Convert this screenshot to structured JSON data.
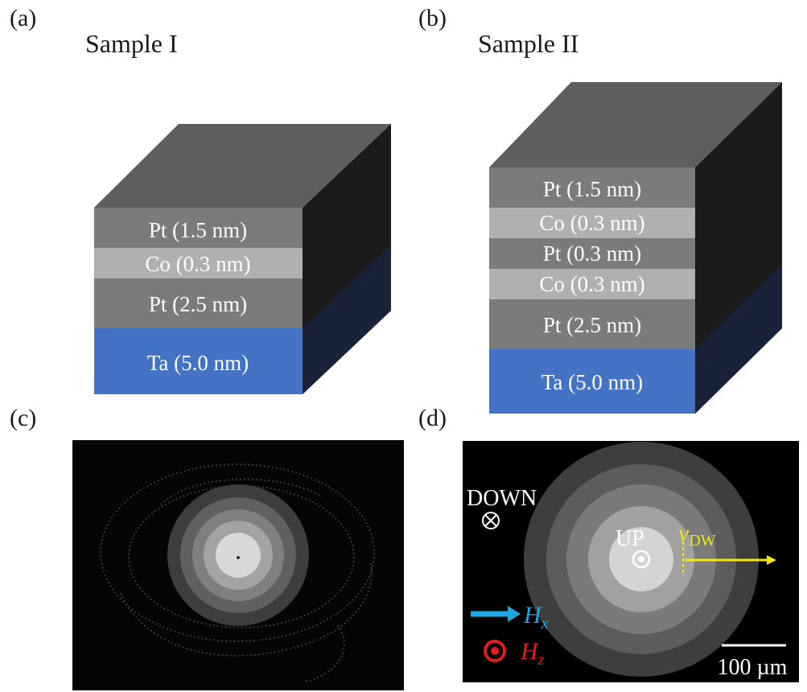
{
  "panels": {
    "a": {
      "letter": "(a)",
      "title": "Sample I",
      "layers": [
        "Pt (1.5 nm)",
        "Co (0.3 nm)",
        "Pt (2.5 nm)",
        "Ta (5.0 nm)"
      ]
    },
    "b": {
      "letter": "(b)",
      "title": "Sample II",
      "layers": [
        "Pt (1.5 nm)",
        "Co (0.3 nm)",
        "Pt (0.3 nm)",
        "Co (0.3 nm)",
        "Pt (2.5 nm)",
        "Ta (5.0 nm)"
      ]
    },
    "c": {
      "letter": "(c)"
    },
    "d": {
      "letter": "(d)",
      "down_label": "DOWN",
      "up_label": "UP",
      "velocity_label": "v",
      "velocity_sub": "DW",
      "hx_label": "H",
      "hx_sub": "x",
      "hz_label": "H",
      "hz_sub": "z",
      "scale_label": "100 µm"
    }
  },
  "colors": {
    "pt_layer": "#7b7b7b",
    "co_layer": "#b0b0b0",
    "ta_layer": "#4472c4",
    "top_face": "#5e5e5e",
    "side_face": "#1b1b1b",
    "velocity_arrow": "#f5e50a",
    "hx_arrow": "#1ea7e0",
    "hz_symbol": "#e21b1b"
  }
}
